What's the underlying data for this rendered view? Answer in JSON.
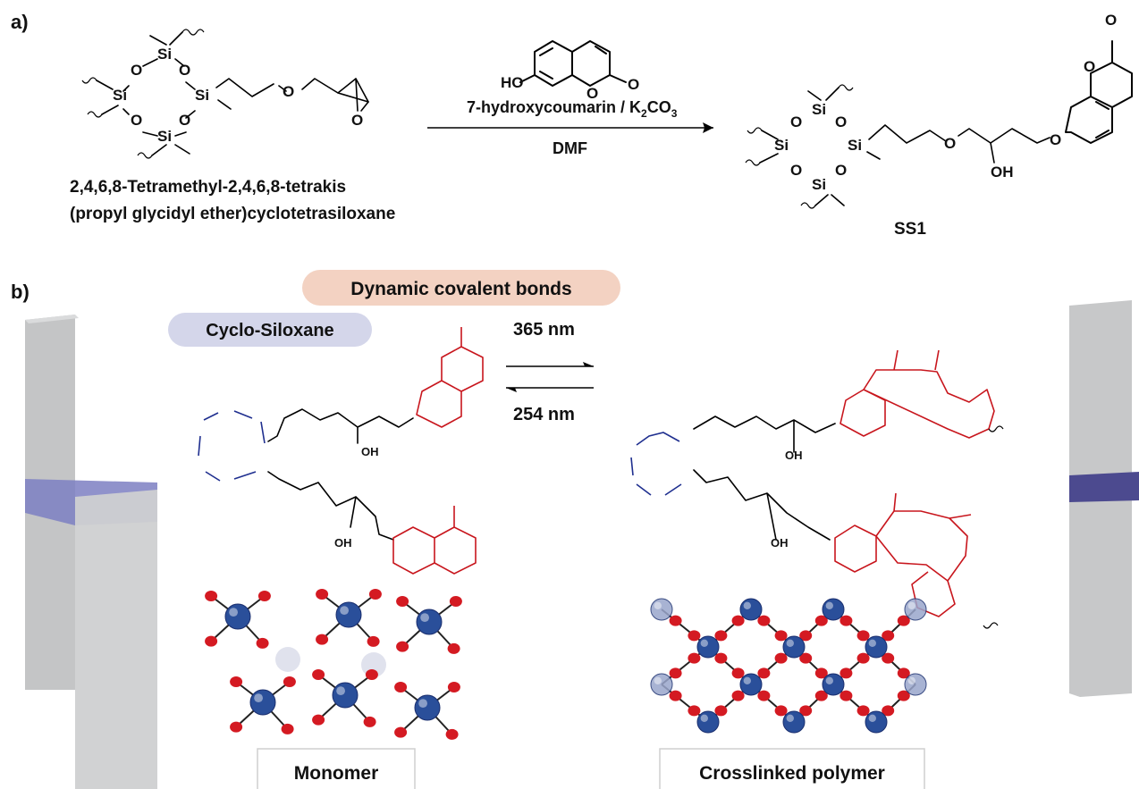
{
  "panel_a": {
    "label": "a)",
    "reagent_top": "HO",
    "reagent": "7-hydroxycoumarin  / K",
    "reagent_sub2": "2",
    "reagent_co": "CO",
    "reagent_sub3": "3",
    "solvent": "DMF",
    "starting_name_line1": "2,4,6,8-Tetramethyl-2,4,6,8-tetrakis",
    "starting_name_line2": "(propyl glycidyl ether)cyclotetrasiloxane",
    "product": "SS1",
    "atom_si": "Si",
    "atom_o": "O",
    "atom_oh": "OH"
  },
  "panel_b": {
    "label": "b)",
    "pill_dynamic": "Dynamic covalent bonds",
    "pill_cyclo": "Cyclo-Siloxane",
    "forward_wavelength": "365 nm",
    "reverse_wavelength": "254 nm",
    "atom_oh": "OH",
    "box_monomer": "Monomer",
    "box_polymer": "Crosslinked polymer"
  },
  "colors": {
    "coumarin": "#c8161d",
    "siloxane": "#1f2f8f",
    "pill_dynamic_bg": "#f3d2c2",
    "pill_cyclo_bg": "#d4d6ea",
    "node_blue": "#2a4f9a",
    "node_red": "#d41a22",
    "adhesive": "#7d7fc2"
  }
}
